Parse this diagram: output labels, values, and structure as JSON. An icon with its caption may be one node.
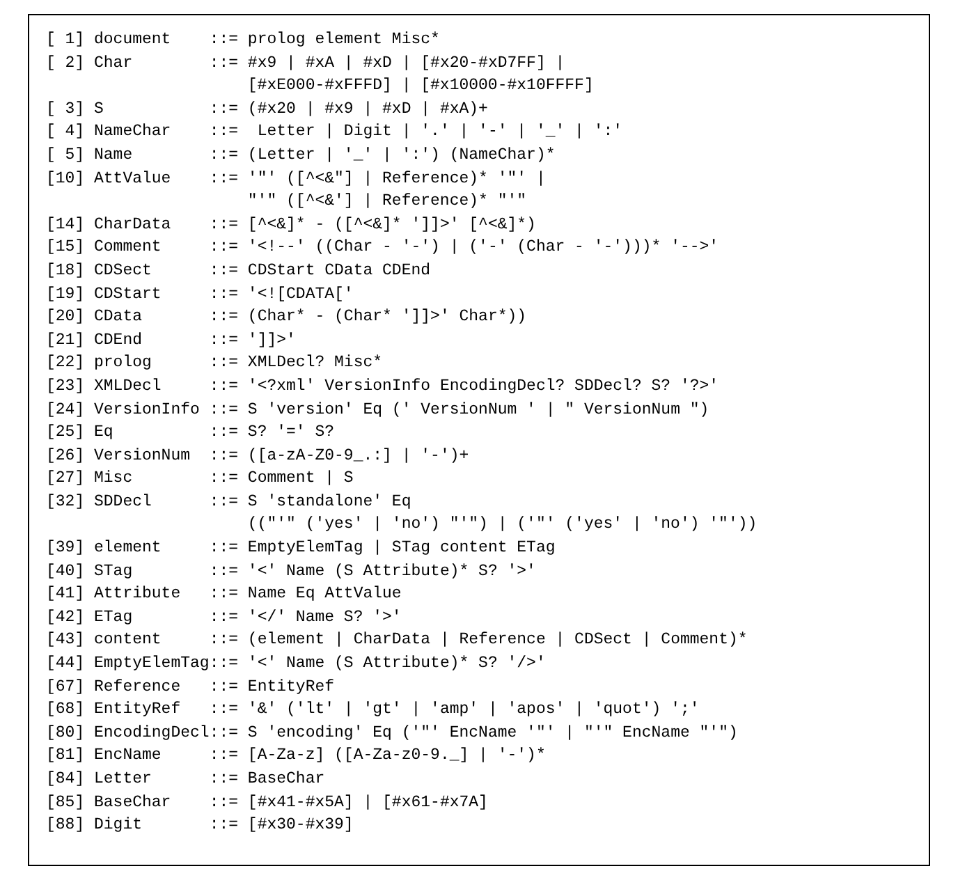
{
  "diagram": {
    "labels": [
      "[ 1]",
      "document",
      "::= prolog element Misc*",
      "[ 2]",
      "Char",
      "::= #x9 | #xA | #xD | [#x20-#xD7FF] |",
      "[#xE000-#xFFFD] | [#x10000-#x10FFFF]",
      "[ 3]",
      "S",
      "::= (#x20 | #x9 | #xD | #xA)+",
      "[ 4]",
      "NameChar",
      "::=  Letter | Digit | '.' | '-' | '_' | ':'",
      "[ 5]",
      "Name",
      "::= (Letter | '_' | ':') (NameChar)*",
      "[10]",
      "AttValue",
      "::= '\"' ([^<&\"] | Reference)* '\"' |",
      "\"'\" ([^<&'] | Reference)* \"'\"",
      "[14]",
      "CharData",
      "::= [^<&]* - ([^<&]* ']]>' [^<&]*)",
      "[15]",
      "Comment",
      "::= '<!--' ((Char - '-') | ('-' (Char - '-')))* '-->'",
      "[18]",
      "CDSect",
      "::= CDStart CData CDEnd",
      "[19]",
      "CDStart",
      "::= '<![CDATA['",
      "[20]",
      "CData",
      "::= (Char* - (Char* ']]>' Char*))",
      "[21]",
      "CDEnd",
      "::= ']]>'",
      "[22]",
      "prolog",
      "::= XMLDecl? Misc*",
      "[23]",
      "XMLDecl",
      "::= '<?xml' VersionInfo EncodingDecl? SDDecl? S? '?>'",
      "[24]",
      "VersionInfo",
      "::= S 'version' Eq (' VersionNum ' | \" VersionNum \")",
      "[25]",
      "Eq",
      "::= S? '=' S?",
      "[26]",
      "VersionNum",
      "::= ([a-zA-Z0-9_.:] | '-')+",
      "[27]",
      "Misc",
      "::= Comment | S",
      "[32]",
      "SDDecl",
      "::= S 'standalone' Eq",
      "((\"'\" ('yes' | 'no') \"'\") | ('\"' ('yes' | 'no') '\"'))",
      "[39]",
      "element",
      "::= EmptyElemTag | STag content ETag",
      "[40]",
      "STag",
      "::= '<' Name (S Attribute)* S? '>'",
      "[41]",
      "Attribute",
      "::= Name Eq AttValue",
      "[42]",
      "ETag",
      "::= '</' Name S? '>'",
      "[43]",
      "content",
      "::= (element | CharData | Reference | CDSect | Comment)*",
      "[44]",
      "EmptyElemTag",
      "::= '<' Name (S Attribute)* S? '/>'",
      "[67]",
      "Reference",
      "::= EntityRef",
      "[68]",
      "EntityRef",
      "::= '&' ('lt' | 'gt' | 'amp' | 'apos' | 'quot') ';'",
      "[80]",
      "EncodingDecl",
      "::= S 'encoding' Eq ('\"' EncName '\"' | \"'\" EncName \"'\")",
      "[81]",
      "EncName",
      "::= [A-Za-z] ([A-Za-z0-9._] | '-')*",
      "[84]",
      "Letter",
      "::= BaseChar",
      "[85]",
      "BaseChar",
      "::= [#x41-#x5A] | [#x61-#x7A]",
      "[88]",
      "Digit",
      "::= [#x30-#x39]"
    ]
  }
}
